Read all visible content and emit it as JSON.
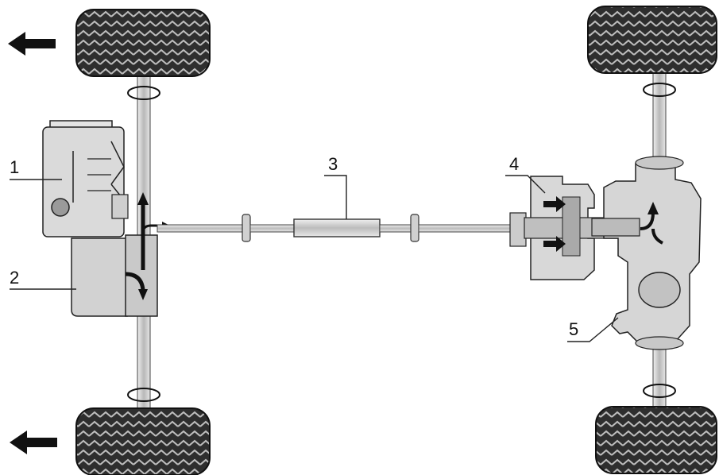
{
  "diagram": {
    "type": "drivetrain-schematic",
    "callouts": [
      {
        "label": "1",
        "part": "engine"
      },
      {
        "label": "2",
        "part": "transmission"
      },
      {
        "label": "3",
        "part": "propeller-shaft"
      },
      {
        "label": "4",
        "part": "transfer-coupling"
      },
      {
        "label": "5",
        "part": "rear-differential"
      }
    ],
    "direction_arrows": 2,
    "wheels": 4
  },
  "colors": {
    "tire": "#2a2a2a",
    "tread": "#bdbdbd",
    "housing": "#d6d6d6",
    "outline": "#1a1a1a",
    "arrow": "#111111"
  }
}
